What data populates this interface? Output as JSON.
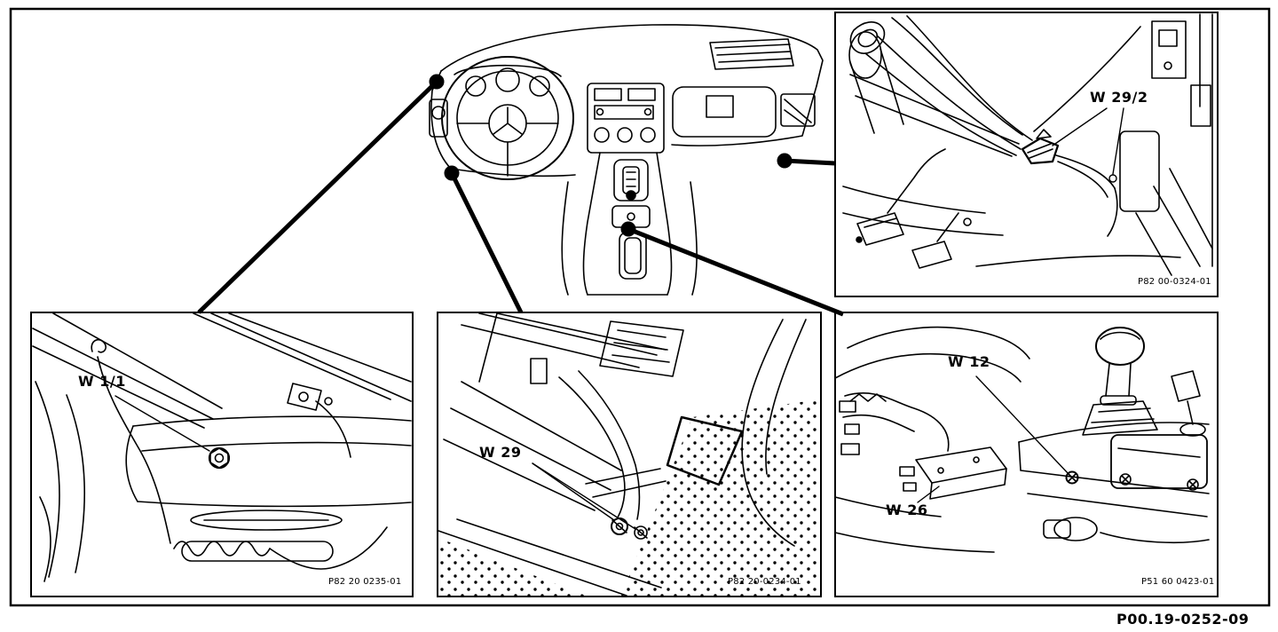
{
  "figure": {
    "id": "P00.19-0252-09",
    "panels": {
      "top_right": {
        "label": "W 29/2",
        "ref": "P82 00-0324-01"
      },
      "bottom_left": {
        "label": "W 1/1",
        "ref": "P82 20 0235-01"
      },
      "bottom_center": {
        "label": "W 29",
        "ref": "P82 20-0234-01"
      },
      "bottom_right": {
        "label_w12": "W 12",
        "label_w26": "W 26",
        "ref": "P51 60 0423-01"
      }
    }
  }
}
